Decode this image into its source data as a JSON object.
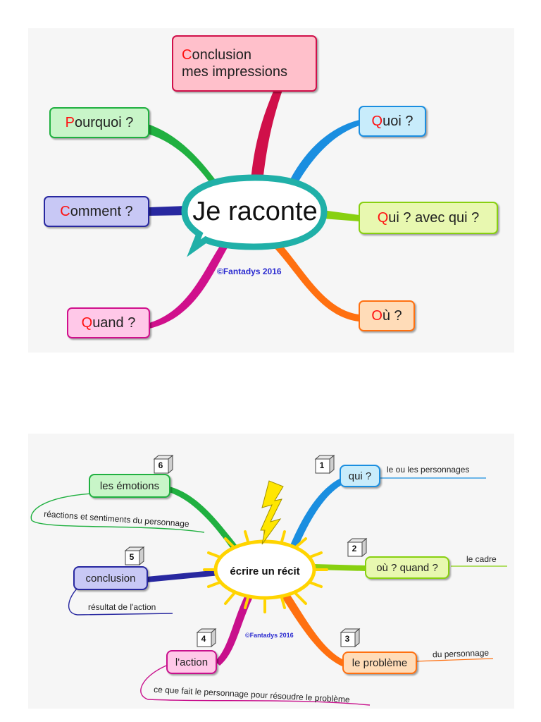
{
  "map1": {
    "center": "Je raconte",
    "credit": "©Fantadys 2016",
    "branches": {
      "conclusion": {
        "letter": "C",
        "line1": "onclusion",
        "line2": "mes impressions",
        "color": "#d0104a",
        "fill": "#ffc0cb"
      },
      "pourquoi": {
        "letter": "P",
        "rest": "ourquoi ?",
        "color": "#20b040",
        "fill": "#c8f5c8"
      },
      "comment": {
        "letter": "C",
        "rest": "omment ?",
        "color": "#2828a0",
        "fill": "#c8c8f5"
      },
      "quand": {
        "letter": "Q",
        "rest": "uand ?",
        "color": "#d0108c",
        "fill": "#ffc8e8"
      },
      "quoi": {
        "letter": "Q",
        "rest": "uoi ?",
        "color": "#1a8ee0",
        "fill": "#c8ecfb"
      },
      "qui": {
        "letter": "Q",
        "rest": "ui ? avec qui ?",
        "color": "#88d010",
        "fill": "#e8f8b0"
      },
      "ou": {
        "letter": "O",
        "rest": "ù ?",
        "color": "#ff7010",
        "fill": "#ffdcb8"
      }
    }
  },
  "map2": {
    "center": "écrire un récit",
    "credit": "©Fantadys 2016",
    "branches": {
      "qui": {
        "number": "1",
        "label": "qui ?",
        "note": "le ou les personnages",
        "color": "#1a8ee0",
        "fill": "#c8ecfb"
      },
      "ou": {
        "number": "2",
        "label": "où ? quand ?",
        "note": "le cadre",
        "color": "#88d010",
        "fill": "#e8f8b0"
      },
      "probleme": {
        "number": "3",
        "label": "le problème",
        "note": "du personnage",
        "color": "#ff7010",
        "fill": "#ffdcb8"
      },
      "action": {
        "number": "4",
        "label": "l'action",
        "note": "ce que fait le personnage pour résoudre le problème",
        "color": "#c8108c",
        "fill": "#ffc8e8"
      },
      "conclusion": {
        "number": "5",
        "label": "conclusion",
        "note": "résultat de l'action",
        "color": "#2828a0",
        "fill": "#c8c8f5"
      },
      "emotions": {
        "number": "6",
        "label": "les émotions",
        "note": "réactions et sentiments du personnage",
        "color": "#20b040",
        "fill": "#c8f5c8"
      }
    }
  }
}
